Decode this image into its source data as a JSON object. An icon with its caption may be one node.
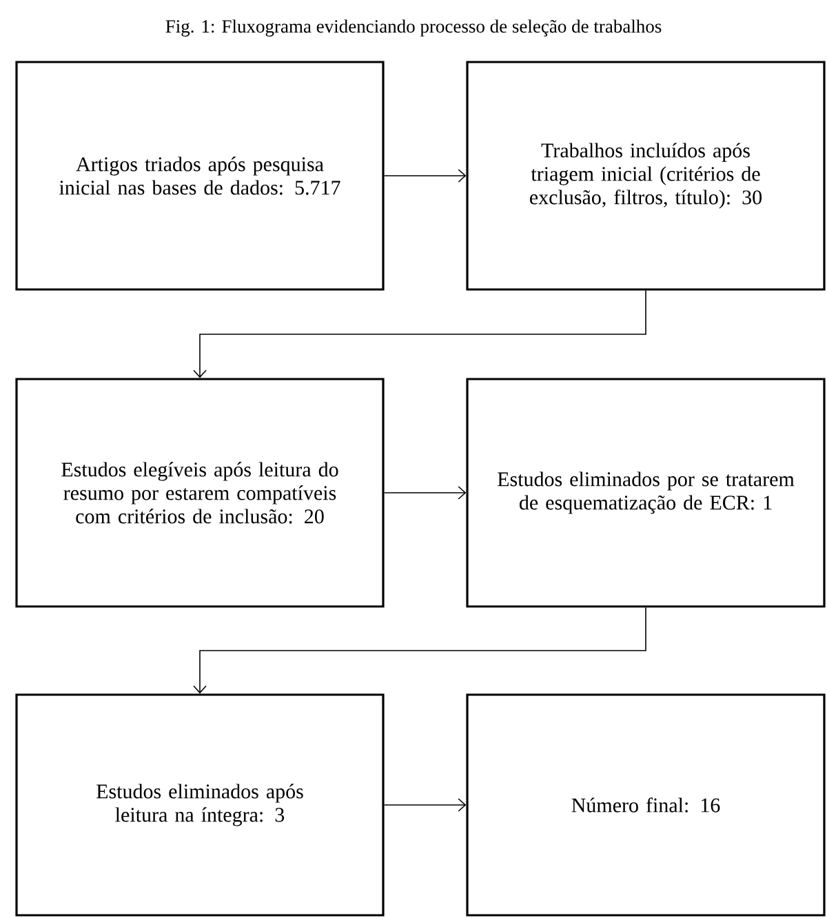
{
  "diagram": {
    "title": "Fig. 1: Fluxograma evidenciando processo de seleção de trabalhos",
    "nodes": [
      {
        "text": [
          "Artigos triados após pesquisa inicial nas bases de dados: 5.717"
        ]
      },
      {
        "text": [
          "Trabalhos incluídos após triagem inicial (critérios de exclusão, filtros, título): 30"
        ]
      },
      {
        "text": [
          "Estudos elegíveis após leitura do resumo por estarem compatíveis com critérios de inclusão: 20"
        ]
      },
      {
        "text": [
          "Estudos eliminados por se tratarem de esquematização de ECR: 1"
        ]
      },
      {
        "text": [
          "Estudos eliminados após leitura na íntegra: 3"
        ]
      },
      {
        "text": [
          "Número final: 16"
        ]
      }
    ],
    "edges": [
      {
        "from": 0,
        "to": 1,
        "arrow": "to"
      },
      {
        "from": 1,
        "to": 2,
        "arrow": "to"
      },
      {
        "from": 2,
        "to": 3,
        "arrow": "to"
      },
      {
        "from": 3,
        "to": 4,
        "arrow": "to"
      },
      {
        "from": 4,
        "to": 5,
        "arrow": "to"
      }
    ]
  }
}
